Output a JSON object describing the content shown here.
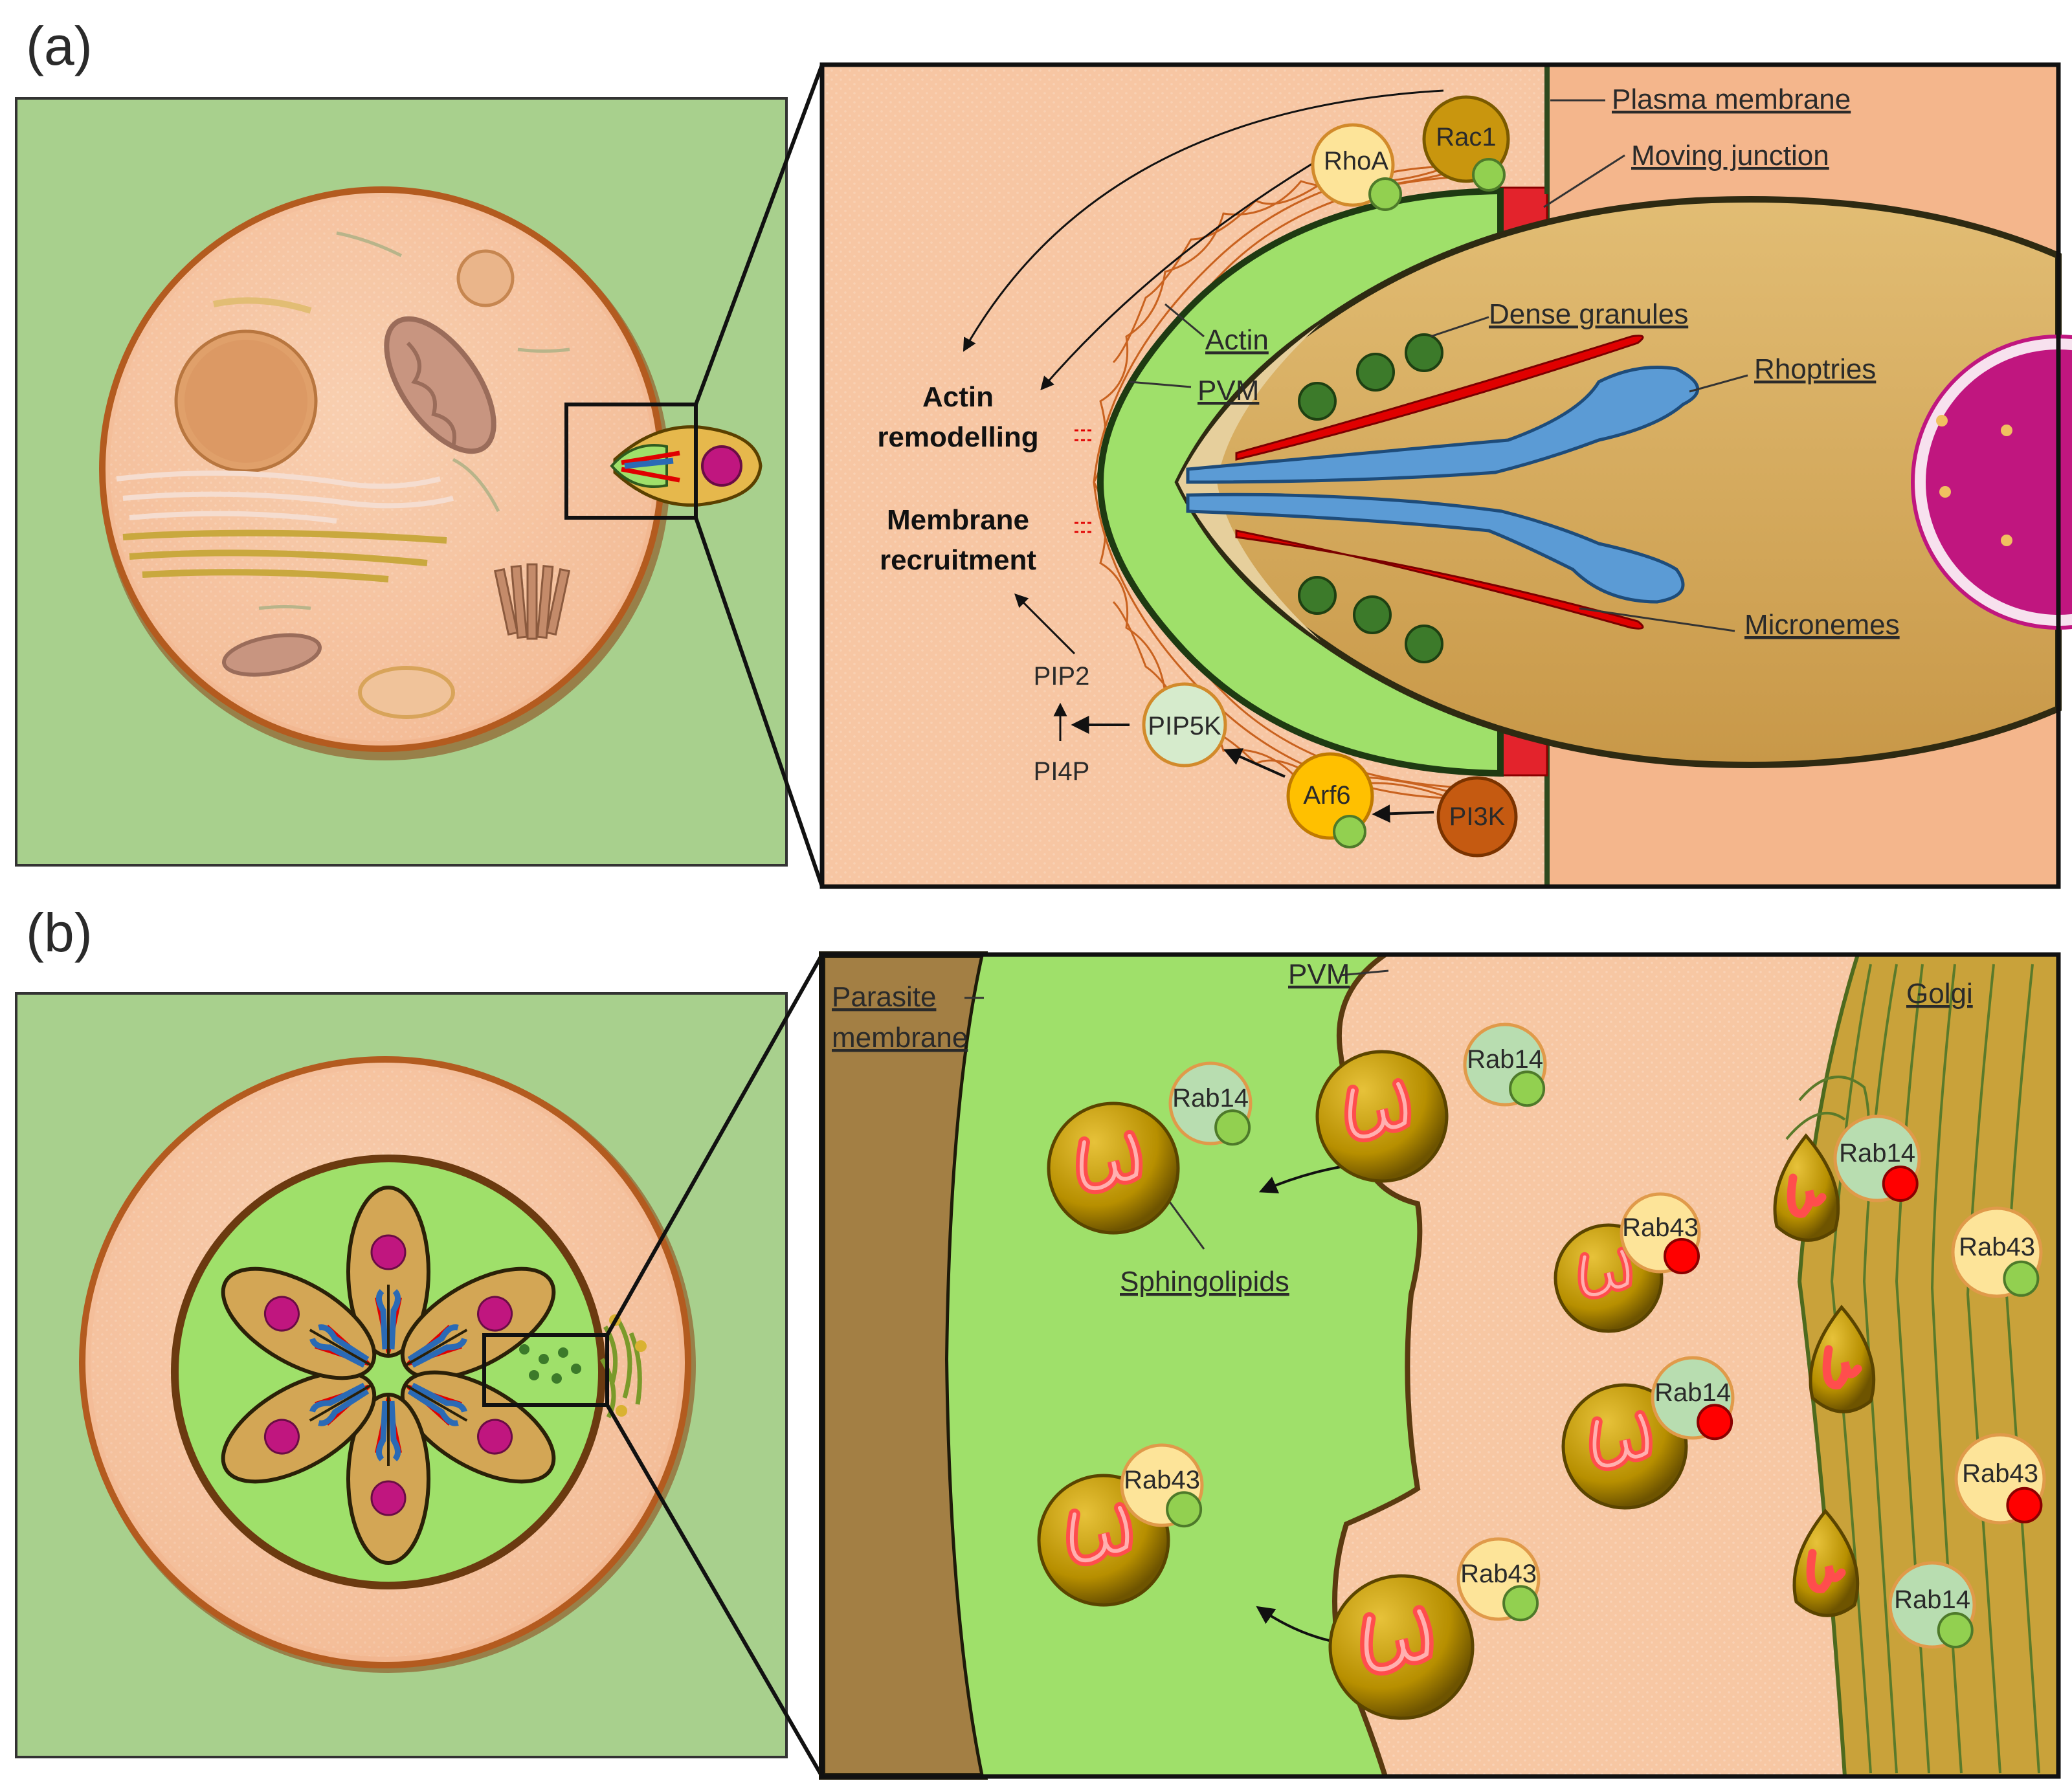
{
  "panels": {
    "a": {
      "tag": "(a)",
      "labels": {
        "plasma_membrane": "Plasma membrane",
        "moving_junction": "Moving junction",
        "dense_granules": "Dense granules",
        "rhoptries": "Rhoptries",
        "micronemes": "Micronemes",
        "actin": "Actin",
        "pvm": "PVM",
        "actin_remodelling_1": "Actin",
        "actin_remodelling_2": "remodelling",
        "membrane_recruitment_1": "Membrane",
        "membrane_recruitment_2": "recruitment",
        "pip2": "PIP2",
        "pi4p": "PI4P"
      },
      "proteins": {
        "rhoa": "RhoA",
        "rac1": "Rac1",
        "pip5k": "PIP5K",
        "arf6": "Arf6",
        "pi3k": "PI3K"
      }
    },
    "b": {
      "tag": "(b)",
      "labels": {
        "parasite_membrane_1": "Parasite",
        "parasite_membrane_2": "membrane",
        "pvm": "PVM",
        "golgi": "Golgi",
        "sphingolipids": "Sphingolipids"
      },
      "vesicles": [
        {
          "label": "Rab14"
        },
        {
          "label": "Rab14"
        },
        {
          "label": "Rab43"
        },
        {
          "label": "Rab43"
        },
        {
          "label": "Rab14"
        },
        {
          "label": "Rab43"
        },
        {
          "label": "Rab14"
        },
        {
          "label": "Rab43"
        },
        {
          "label": "Rab43"
        },
        {
          "label": "Rab14"
        }
      ]
    }
  },
  "colors": {
    "green_bg": "#a8d08d",
    "cell_peach": "#f7c9a7",
    "cell_rim": "#b35b1f",
    "pv_green": "#9fe06a",
    "parasite_tan": "#d3a655",
    "rhoptry_blue": "#5b9bd5",
    "microneme_red": "#e00000",
    "dense_granule_green": "#3c7a2a",
    "nucleus_magenta": "#c0167f",
    "vesicle_gold": "#c9a000",
    "sphingolipid_red": "#ff5050",
    "rab_active_green": "#92d050",
    "rab_inactive_red": "#ff0000"
  }
}
